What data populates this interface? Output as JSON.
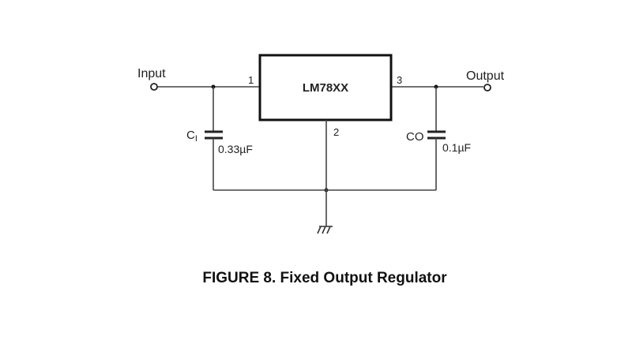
{
  "diagram": {
    "type": "circuit-schematic",
    "ic": {
      "label": "LM78XX",
      "pins": {
        "input": "1",
        "ground": "2",
        "output": "3"
      }
    },
    "terminals": {
      "input": "Input",
      "output": "Output"
    },
    "capacitors": [
      {
        "name": "C",
        "subscript": "I",
        "value": "0.33µF"
      },
      {
        "name": "C",
        "subscript": "O",
        "value": "0.1µF"
      }
    ],
    "ground_symbol": "ground-icon"
  },
  "caption": "FIGURE 8. Fixed Output Regulator"
}
